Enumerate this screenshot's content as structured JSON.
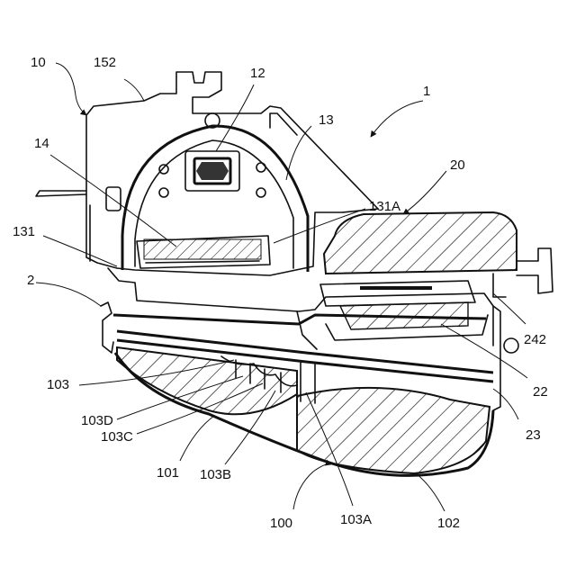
{
  "figure": {
    "reference_numerals": [
      {
        "id": "n10",
        "text": "10"
      },
      {
        "id": "n152",
        "text": "152"
      },
      {
        "id": "n12",
        "text": "12"
      },
      {
        "id": "n1",
        "text": "1"
      },
      {
        "id": "n13",
        "text": "13"
      },
      {
        "id": "n14",
        "text": "14"
      },
      {
        "id": "n20",
        "text": "20"
      },
      {
        "id": "n131A",
        "text": "131A"
      },
      {
        "id": "n131",
        "text": "131"
      },
      {
        "id": "n2",
        "text": "2"
      },
      {
        "id": "n242",
        "text": "242"
      },
      {
        "id": "n103",
        "text": "103"
      },
      {
        "id": "n22",
        "text": "22"
      },
      {
        "id": "n103D",
        "text": "103D"
      },
      {
        "id": "n103C",
        "text": "103C"
      },
      {
        "id": "n23",
        "text": "23"
      },
      {
        "id": "n101",
        "text": "101"
      },
      {
        "id": "n103B",
        "text": "103B"
      },
      {
        "id": "n100",
        "text": "100"
      },
      {
        "id": "n103A",
        "text": "103A"
      },
      {
        "id": "n102",
        "text": "102"
      }
    ]
  }
}
